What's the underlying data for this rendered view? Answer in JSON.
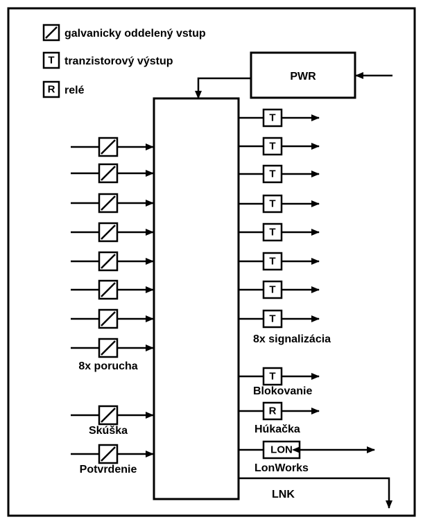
{
  "legend": [
    {
      "symbol": "galvanic",
      "letter": "",
      "label": "galvanicky oddelený vstup"
    },
    {
      "symbol": "letter",
      "letter": "T",
      "label": "tranzistorový výstup"
    },
    {
      "symbol": "letter",
      "letter": "R",
      "label": "relé"
    }
  ],
  "power": {
    "label": "PWR"
  },
  "inputs": {
    "group_count": 8,
    "group_label": "8x porucha",
    "extra": [
      {
        "label": "Skúška"
      },
      {
        "label": "Potvrdenie"
      }
    ]
  },
  "outputs": {
    "signal_count": 8,
    "signal_letter": "T",
    "signal_label": "8x signalizácia",
    "extra": [
      {
        "letter": "T",
        "label": "Blokovanie",
        "bidirectional": false
      },
      {
        "letter": "R",
        "label": "Húkačka",
        "bidirectional": false
      },
      {
        "letter": "LON",
        "label": "LonWorks",
        "bidirectional": true
      }
    ]
  },
  "link": {
    "label": "LNK"
  },
  "colors": {
    "line": "#000000",
    "background": "#ffffff"
  },
  "icons": {
    "arrow": "arrowhead-icon",
    "galvanic": "galvanic-isolation-icon"
  }
}
